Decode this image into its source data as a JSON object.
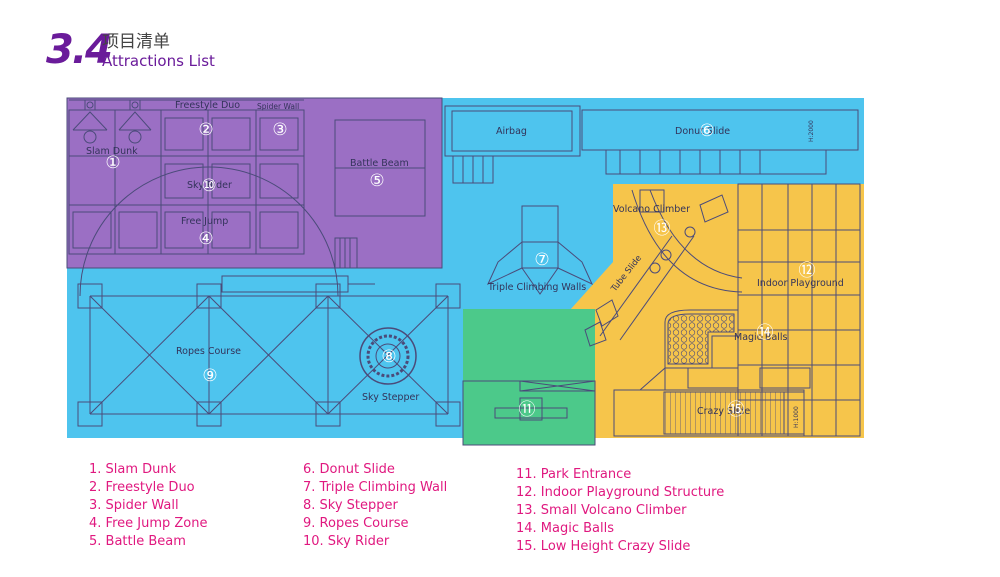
{
  "header": {
    "section_number": "3.4",
    "title_cn": "项目清单",
    "title_en": "Attractions List"
  },
  "colors": {
    "purple_zone": "#9b6fc4",
    "blue_zone": "#4ec4ee",
    "yellow_zone": "#f6c54b",
    "green_zone": "#4cc98a",
    "legend_text": "#e0187f",
    "accent_purple": "#6a1b9a",
    "line": "#4b4b7a"
  },
  "map_labels": {
    "slam_dunk": "Slam Dunk",
    "freestyle_duo": "Freestyle Duo",
    "spider_wall": "Spider Wall",
    "sky_rider": "Sky Rider",
    "free_jump": "Free Jump",
    "battle_beam": "Battle Beam",
    "airbag": "Airbag",
    "donut_slide": "Donut Slide",
    "volcano_climber": "Volcano Climber",
    "tube_slide": "Tube Slide",
    "indoor_playground": "Indoor Playground",
    "triple_climbing_walls": "Triple Climbing Walls",
    "magic_balls": "Magic Balls",
    "ropes_course": "Ropes Course",
    "sky_stepper": "Sky Stepper",
    "crazy_slide": "Crazy Slide",
    "height_note_1": "H:2000",
    "height_note_2": "H:1000"
  },
  "markers": [
    "①",
    "②",
    "③",
    "④",
    "⑤",
    "⑥",
    "⑦",
    "⑧",
    "⑨",
    "⑩",
    "⑪",
    "⑫",
    "⑬",
    "⑭",
    "⑮"
  ],
  "legend": {
    "col1": [
      "1. Slam Dunk",
      "2. Freestyle Duo",
      "3. Spider Wall",
      "4. Free Jump Zone",
      "5. Battle Beam"
    ],
    "col2": [
      "6. Donut Slide",
      "7. Triple Climbing Wall",
      "8. Sky Stepper",
      "9. Ropes Course",
      "10. Sky Rider"
    ],
    "col3": [
      "11. Park Entrance",
      "12. Indoor Playground Structure",
      "13. Small Volcano Climber",
      "14. Magic Balls",
      "15. Low Height Crazy Slide"
    ]
  }
}
